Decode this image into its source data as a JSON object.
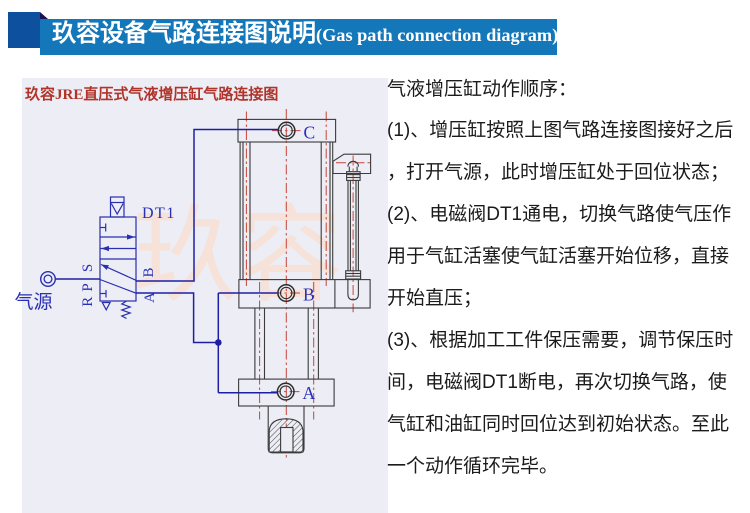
{
  "header": {
    "title_zh": "玖容设备气路连接图说明",
    "title_en": "(Gas path connection diagram)",
    "banner_color": "#1477ba",
    "square_color": "#0d509d"
  },
  "diagram": {
    "subtitle": "玖容JRE直压式气液增压缸气路连接图",
    "subtitle_color": "#b0342a",
    "watermark": "玖容",
    "panel_color": "#ecedf5",
    "line_color_pipe": "#1e1ea5",
    "line_color_body": "#3b3b3b",
    "line_color_center": "#c8453a",
    "labels": {
      "air_source": "气源",
      "solenoid": "DT1",
      "valve_port_s": "S",
      "valve_port_p": "P",
      "valve_port_r": "R",
      "valve_port_b": "B",
      "valve_port_a": "A",
      "cylinder_port_c": "C",
      "cylinder_port_b": "B",
      "cylinder_port_a": "A"
    }
  },
  "instructions": {
    "lines": [
      "气液增压缸动作顺序：",
      "(1)、增压缸按照上图气路连接图接好之后",
      "，打开气源，此时增压缸处于回位状态；",
      "(2)、电磁阀DT1通电，切换气路使气压作",
      "用于气缸活塞使气缸活塞开始位移，直接",
      "开始直压；",
      "(3)、根据加工工件保压需要，调节保压时",
      "间，电磁阀DT1断电，再次切换气路，使",
      "气缸和油缸同时回位达到初始状态。至此",
      "一个动作循环完毕。"
    ]
  }
}
